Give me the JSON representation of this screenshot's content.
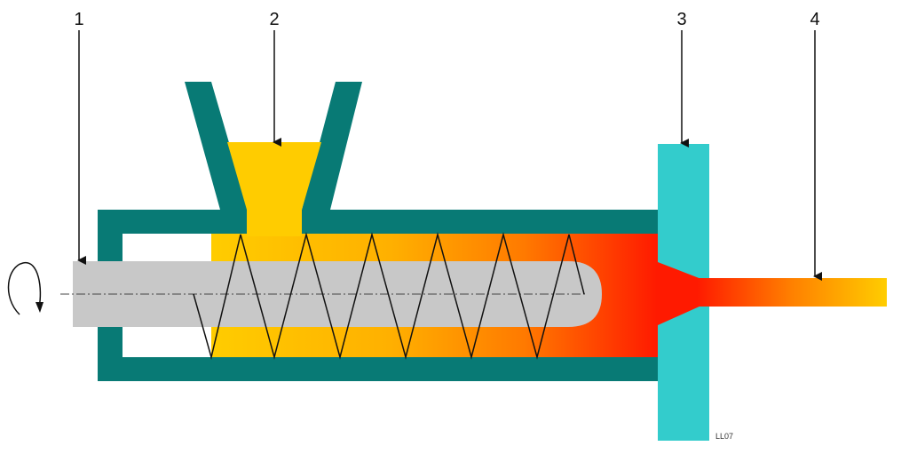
{
  "callouts": [
    {
      "id": "1",
      "label": "1"
    },
    {
      "id": "2",
      "label": "2"
    },
    {
      "id": "3",
      "label": "3"
    },
    {
      "id": "4",
      "label": "4"
    }
  ],
  "figure_code": "LL07",
  "colors": {
    "barrel": "#087a75",
    "hopper": "#087a75",
    "die_plate": "#33cccc",
    "screw_shaft": "#c8c8c8",
    "melt_cool": "#ffcc00",
    "melt_mid": "#ff7a00",
    "melt_hot": "#ff1a00",
    "arrow": "#111111",
    "background": "#ffffff"
  }
}
